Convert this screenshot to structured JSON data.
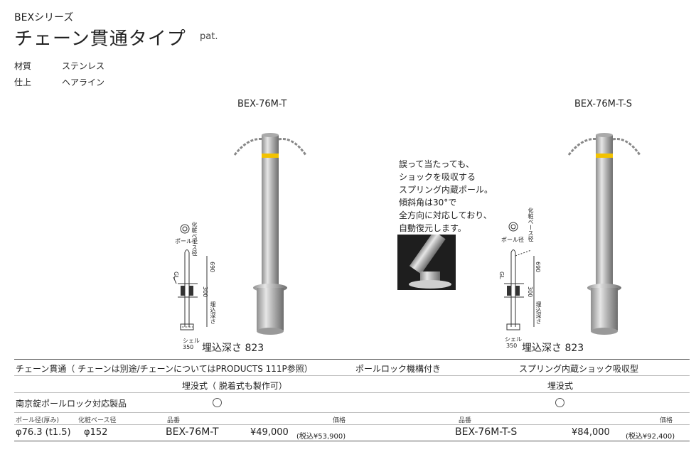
{
  "header": {
    "series": "BEXシリーズ",
    "title": "チェーン貫通タイプ",
    "pat": "pat."
  },
  "specs": [
    {
      "label": "材質",
      "value": "ステンレス"
    },
    {
      "label": "仕上",
      "value": "ヘアライン"
    }
  ],
  "models": [
    {
      "name": "BEX-76M-T"
    },
    {
      "name": "BEX-76M-T-S"
    }
  ],
  "note_lines": [
    "誤って当たっても、",
    "ショックを吸収する",
    "スプリング内蔵ポール。",
    "傾斜角は30°で",
    "全方向に対応しており、",
    "自動復元します。"
  ],
  "drawing": {
    "base_label": "化粧ベース径",
    "pole_label": "ポール径",
    "h690": "690",
    "h300": "300",
    "embed_label": "埋込深さ",
    "shell": "シェル",
    "d350": "350",
    "gl": "GL"
  },
  "captions": [
    {
      "text": "埋込深さ 823"
    },
    {
      "text": "埋込深さ 823"
    }
  ],
  "table": {
    "desc_left": "チェーン貫通（ チェーンは別途/チェーンについてはPRODUCTS 111P参照）",
    "desc_mid": "ポールロック機構付き",
    "desc_right": "スプリング内蔵ショック吸収型",
    "install_left": "埋没式（ 脱着式も製作可）",
    "install_right": "埋没式",
    "lock_label": "南京錠ポールロック対応製品",
    "head": {
      "pole": "ポール径(厚み)",
      "base": "化粧ベース径",
      "code1": "品番",
      "price1": "価格",
      "code2": "品番",
      "price2": "価格"
    },
    "row": {
      "pole": "φ76.3 (t1.5)",
      "base": "φ152",
      "code1": "BEX-76M-T",
      "price1": "¥49,000",
      "tax1": "(税込¥53,900)",
      "code2": "BEX-76M-T-S",
      "price2": "¥84,000",
      "tax2": "(税込¥92,400)"
    }
  }
}
